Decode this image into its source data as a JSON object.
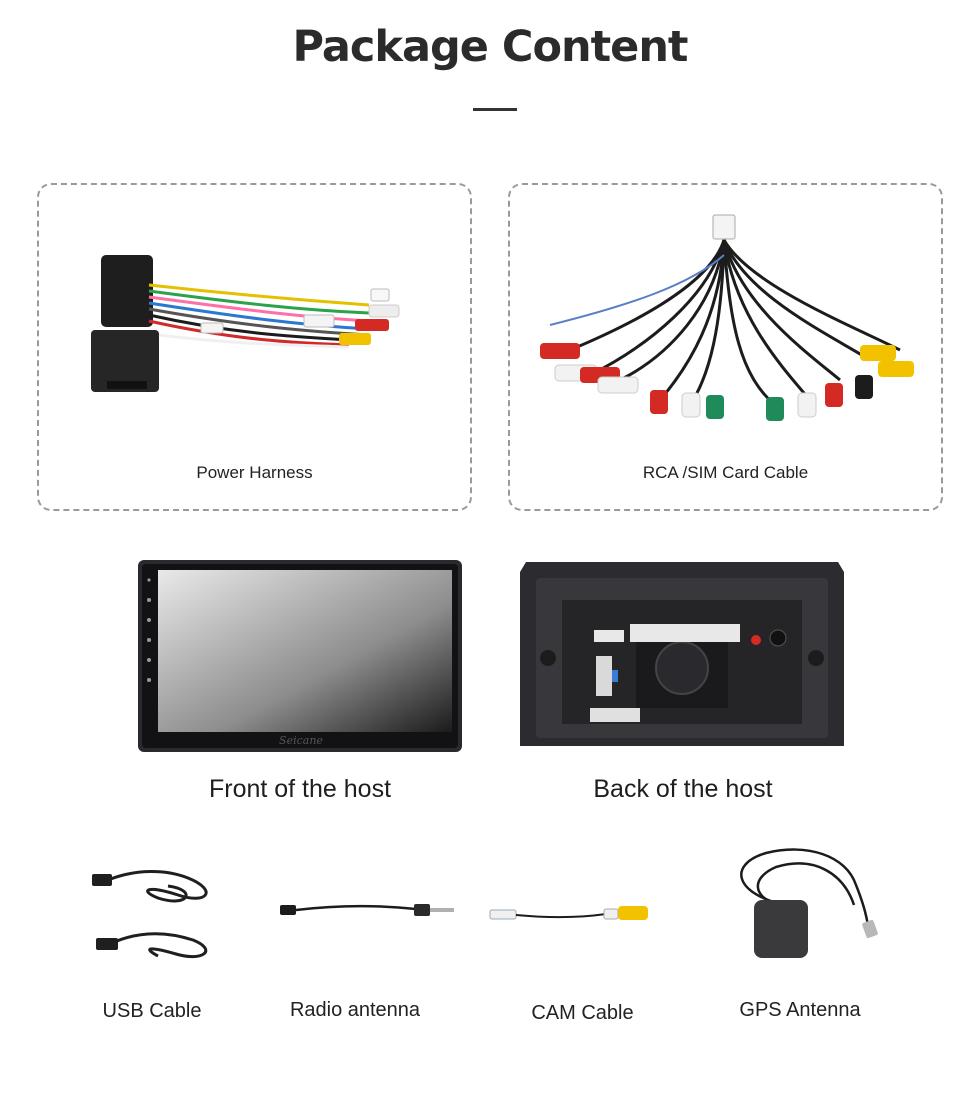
{
  "header": {
    "title": "Package Content"
  },
  "cards": [
    {
      "label": "Power Harness",
      "icon": "power-harness-image"
    },
    {
      "label": "RCA /SIM Card Cable",
      "icon": "rca-cable-image"
    }
  ],
  "host": {
    "front_label": "Front of the host",
    "back_label": "Back of the host",
    "brand": "Seicane"
  },
  "accessories": [
    {
      "label": "USB Cable"
    },
    {
      "label": "Radio antenna"
    },
    {
      "label": "CAM Cable"
    },
    {
      "label": "GPS Antenna"
    }
  ],
  "colors": {
    "rca_red": "#d42a24",
    "rca_white": "#f2f2f2",
    "rca_yellow": "#f2c200",
    "rca_green": "#1f8a5a",
    "frame_dark": "#2a2a2e"
  }
}
